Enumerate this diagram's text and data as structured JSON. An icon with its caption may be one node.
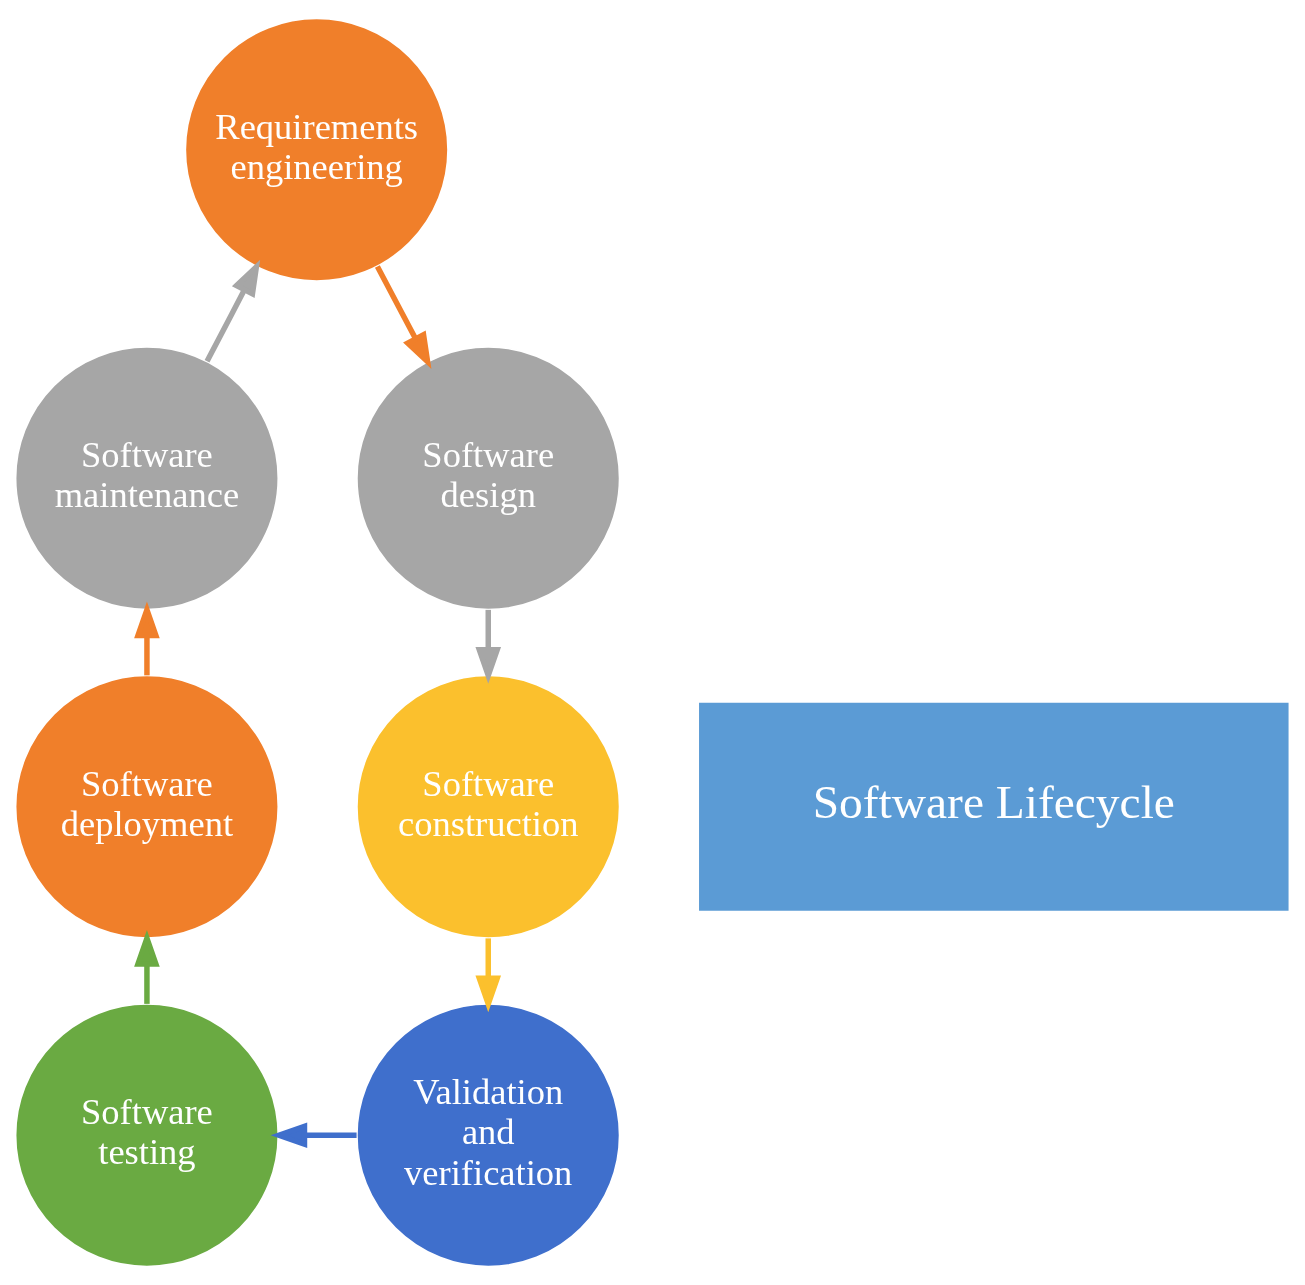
{
  "diagram": {
    "nodes": [
      {
        "text": [
          "Requirements engineering"
        ]
      },
      {
        "text": [
          "Software design"
        ]
      },
      {
        "text": [
          "Software construction"
        ]
      },
      {
        "text": [
          "Validation and verification"
        ]
      },
      {
        "text": [
          "Software testing"
        ]
      },
      {
        "text": [
          "Software deployment"
        ]
      },
      {
        "text": [
          "Software maintenance"
        ]
      },
      {
        "text": [
          "Software Lifecycle"
        ]
      }
    ],
    "edges": [
      {
        "from": 0,
        "to": 1,
        "arrow": "to",
        "color": "#f07f2a"
      },
      {
        "from": 1,
        "to": 2,
        "arrow": "to",
        "color": "#a6a6a6"
      },
      {
        "from": 2,
        "to": 3,
        "arrow": "to",
        "color": "#fbc02d"
      },
      {
        "from": 3,
        "to": 4,
        "arrow": "to",
        "color": "#3f6fcc"
      },
      {
        "from": 4,
        "to": 5,
        "arrow": "to",
        "color": "#6aaa42"
      },
      {
        "from": 5,
        "to": 6,
        "arrow": "to",
        "color": "#f07f2a"
      },
      {
        "from": 6,
        "to": 0,
        "arrow": "to",
        "color": "#a6a6a6"
      }
    ]
  }
}
